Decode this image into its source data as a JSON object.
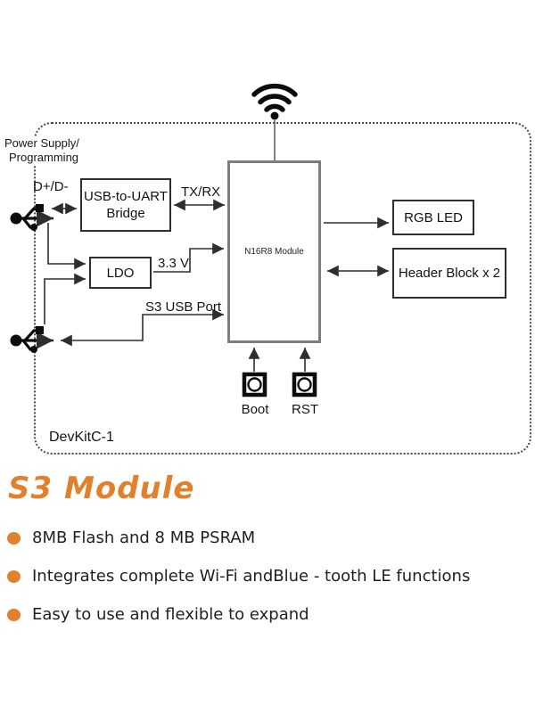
{
  "diagram": {
    "board_label": "DevKitC-1",
    "power_label_line1": "Power Supply/",
    "power_label_line2": "Programming",
    "wire_labels": {
      "usb_data": "D+/D-",
      "uart": "TX/RX",
      "ldo_out": "3.3 V",
      "s3_usb": "S3 USB Port"
    },
    "blocks": {
      "bridge_line1": "USB-to-UART",
      "bridge_line2": "Bridge",
      "ldo": "LDO",
      "module": "N16R8 Module",
      "rgb_led": "RGB LED",
      "header_block": "Header Block x 2"
    },
    "buttons": {
      "boot": "Boot",
      "rst": "RST"
    },
    "icons": {
      "antenna": "wifi-icon",
      "usb_top": "usb-connector-icon",
      "usb_bottom": "usb-connector-icon"
    },
    "line_color": "#333333",
    "module_border_color": "#7d7d7d"
  },
  "section": {
    "title": "S3 Module",
    "accent_color": "#E2812D",
    "bullets": [
      "8MB Flash and 8 MB PSRAM",
      "Integrates complete Wi-Fi andBlue - tooth LE functions",
      "Easy to use and flexible to expand"
    ]
  }
}
